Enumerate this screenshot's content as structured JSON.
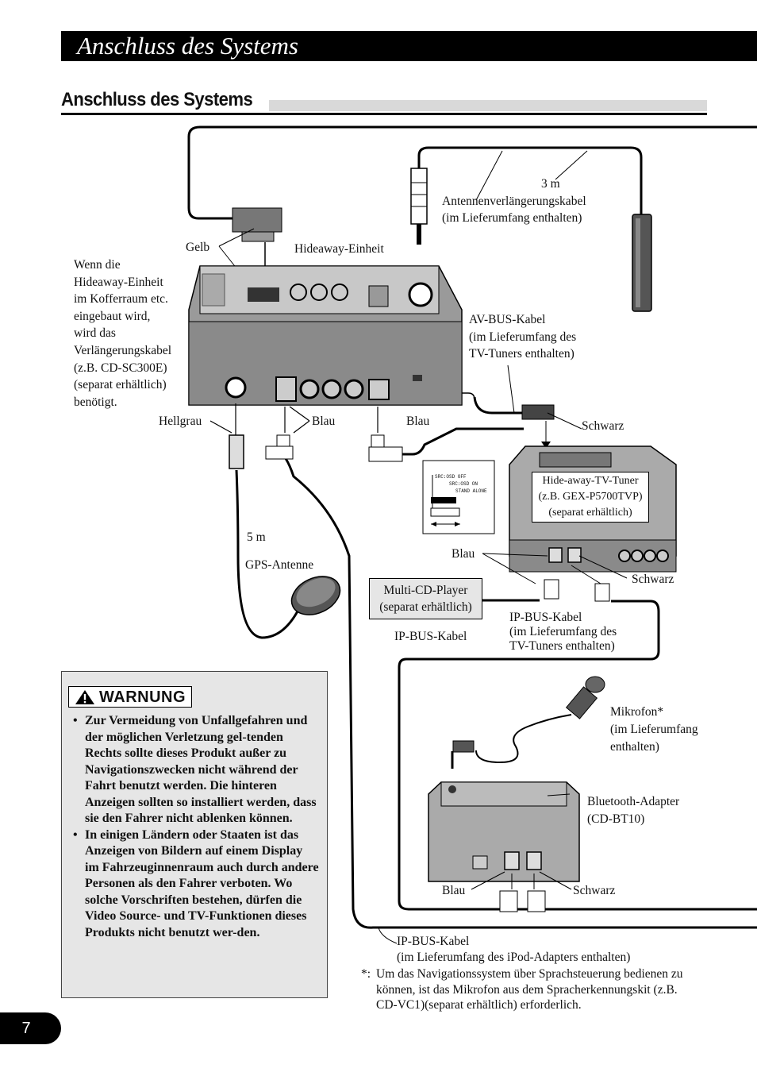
{
  "banner": {
    "title": "Anschluss des Systems"
  },
  "section": {
    "title": "Anschluss des Systems"
  },
  "diagram": {
    "labels": {
      "gelb": "Gelb",
      "hideaway": "Hideaway-Einheit",
      "antenna_len": "3 m",
      "antenna_cable_1": "Antennenverlängerungskabel",
      "antenna_cable_2": "(im Lieferumfang enthalten)",
      "note_lines": [
        "Wenn die",
        "Hideaway-Einheit",
        "im Kofferraum etc.",
        "eingebaut wird,",
        "wird das",
        "Verlängerungskabel",
        "(z.B. CD-SC300E)",
        "(separat erhältlich)",
        "benötigt."
      ],
      "avbus_1": "AV-BUS-Kabel",
      "avbus_2": "(im Lieferumfang des",
      "avbus_3": "TV-Tuners enthalten)",
      "hellgrau": "Hellgrau",
      "blau_1": "Blau",
      "blau_2": "Blau",
      "schwarz_1": "Schwarz",
      "tuner_1": "Hide-away-TV-Tuner",
      "tuner_2": "(z.B. GEX-P5700TVP)",
      "tuner_3": "(separat erhältlich)",
      "five_m": "5 m",
      "gps": "GPS-Antenne",
      "blau_3": "Blau",
      "schwarz_2": "Schwarz",
      "cd_1": "Multi-CD-Player",
      "cd_2": "(separat erhältlich)",
      "ipbus_1": "IP-BUS-Kabel",
      "ipbus_2a": "IP-BUS-Kabel",
      "ipbus_2b": "(im Lieferumfang des",
      "ipbus_2c": "TV-Tuners enthalten)",
      "mic_1": "Mikrofon*",
      "mic_2": "(im Lieferumfang",
      "mic_3": "enthalten)",
      "bt_1": "Bluetooth-Adapter",
      "bt_2": "(CD-BT10)",
      "blau_4": "Blau",
      "schwarz_3": "Schwarz",
      "ipbus_3a": "IP-BUS-Kabel",
      "ipbus_3b": "(im Lieferumfang des iPod-Adapters enthalten)",
      "switch_1": "SRC:OSD OFF",
      "switch_2": "SRC:OSD ON",
      "switch_3": "STAND ALONE"
    }
  },
  "warning": {
    "badge": "WARNUNG",
    "items": [
      "Zur Vermeidung von Unfallgefahren und der möglichen Verletzung gel-tenden Rechts sollte dieses Produkt außer zu Navigationszwecken nicht während der Fahrt benutzt werden. Die hinteren Anzeigen sollten so installiert werden, dass sie den Fahrer nicht ablenken können.",
      "In einigen Ländern oder Staaten ist das Anzeigen von Bildern auf einem Display im Fahrzeuginnenraum auch durch andere Personen als den Fahrer verboten. Wo solche Vorschriften bestehen, dürfen die Video Source- und TV-Funktionen dieses Produkts nicht benutzt wer-den."
    ]
  },
  "footnote": {
    "mark": "*:",
    "text": "Um das Navigationssystem über Sprachsteuerung bedienen zu können, ist das Mikrofon aus dem Spracherkennungskit (z.B. CD-VC1)(separat erhältlich) erforderlich."
  },
  "page_number": "7"
}
